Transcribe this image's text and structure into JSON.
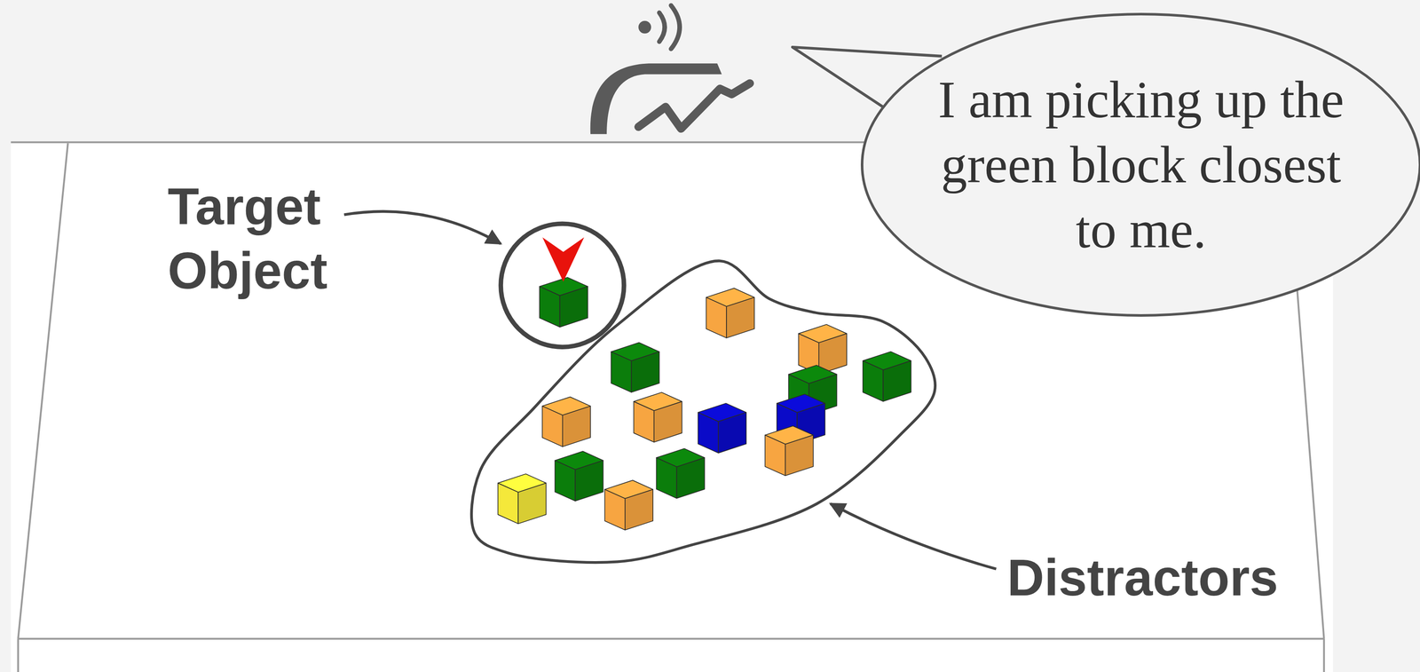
{
  "diagram": {
    "nodes": [
      {
        "text": [
          "I am picking up the green block closest to me."
        ]
      }
    ],
    "edges": [],
    "labels": [
      "Target Object",
      "Distractors"
    ]
  }
}
